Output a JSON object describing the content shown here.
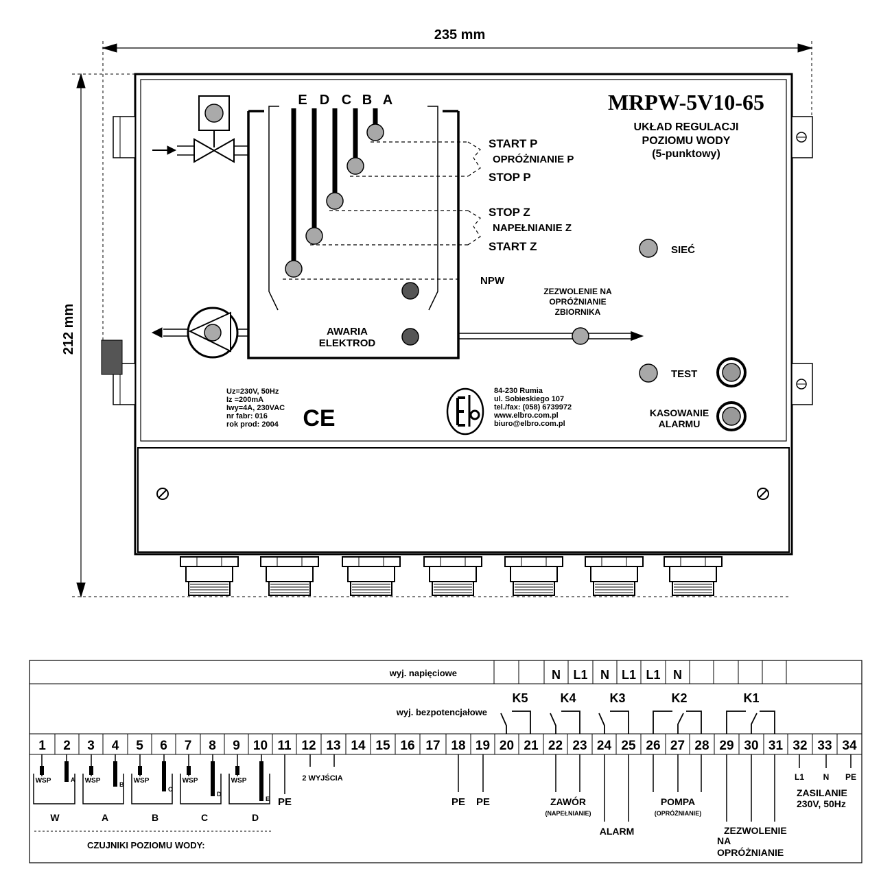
{
  "dimensions": {
    "width": "235 mm",
    "height": "212 mm"
  },
  "device": {
    "model": "MRPW-5V10-65",
    "subtitle": [
      "UKŁAD REGULACJI",
      "POZIOMU WODY",
      "(5-punktowy)"
    ],
    "electrode_letters": [
      "E",
      "D",
      "C",
      "B",
      "A"
    ],
    "levels": {
      "start_p": "START P",
      "oproznianie_p": "OPRÓŻNIANIE P",
      "stop_p": "STOP P",
      "stop_z": "STOP Z",
      "napelnianie_z": "NAPEŁNIANIE Z",
      "start_z": "START Z",
      "npw": "NPW"
    },
    "siec": "SIEĆ",
    "zezwolenie": [
      "ZEZWOLENIE NA",
      "OPRÓŻNIANIE",
      "ZBIORNIKA"
    ],
    "awaria": [
      "AWARIA",
      "ELEKTROD"
    ],
    "test": "TEST",
    "kasowanie": [
      "KASOWANIE",
      "ALARMU"
    ],
    "specs": [
      "Uz=230V, 50Hz",
      "Iz =200mA",
      "Iwy=4A, 230VAC",
      "nr fabr: 016",
      "rok prod: 2004"
    ],
    "ce_mark": "CE",
    "company": [
      "84-230 Rumia",
      "ul. Sobieskiego 107",
      "tel./fax: (058) 6739972",
      "www.elbro.com.pl",
      "biuro@elbro.com.pl"
    ]
  },
  "terminal_strip": {
    "voltage_outputs_label": "wyj. napięciowe",
    "potential_free_label": "wyj. bezpotencjałowe",
    "voltage_cells": [
      "",
      "",
      "N",
      "L1",
      "N",
      "L1",
      "L1",
      "N",
      "",
      "",
      "",
      ""
    ],
    "relays": [
      "K5",
      "K4",
      "K3",
      "K2",
      "K1"
    ],
    "terminals": [
      "1",
      "2",
      "3",
      "4",
      "5",
      "6",
      "7",
      "8",
      "9",
      "10",
      "11",
      "12",
      "13",
      "14",
      "15",
      "16",
      "17",
      "18",
      "19",
      "20",
      "21",
      "22",
      "23",
      "24",
      "25",
      "26",
      "27",
      "28",
      "29",
      "30",
      "31",
      "32",
      "33",
      "34"
    ],
    "wsp": "WSP",
    "electrode_tags": [
      "A",
      "B",
      "C",
      "D",
      "E"
    ],
    "sensor_groups": [
      "W",
      "A",
      "B",
      "C",
      "D"
    ],
    "pe": "PE",
    "two_outputs": "2 WYJŚCIA",
    "sensors_caption": "CZUJNIKI POZIOMU WODY:",
    "zawor": "ZAWÓR",
    "zawor_sub": "(NAPEŁNIANIE)",
    "alarm": "ALARM",
    "pompa": "POMPA",
    "pompa_sub": "(OPRÓŻNIANIE)",
    "zezwolenie": [
      "ZEZWOLENIE",
      "NA",
      "OPRÓŻNIANIE"
    ],
    "supply_tags": [
      "L1",
      "N",
      "PE"
    ],
    "zasilanie": [
      "ZASILANIE",
      "230V, 50Hz"
    ]
  }
}
